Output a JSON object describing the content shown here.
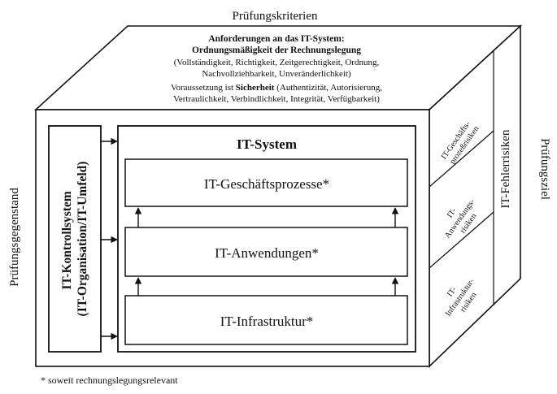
{
  "labels": {
    "top": "Prüfungskriterien",
    "left": "Prüfungsgegenstand",
    "right": "Prüfungsziel",
    "footnote": "* soweit rechnungslegungsrelevant"
  },
  "top_face": {
    "title_line1": "Anforderungen an das IT-System:",
    "title_line2": "Ordnungsmäßigkeit der Rechnungslegung",
    "line3": "(Vollständigkeit, Richtigkeit, Zeitgerechtigkeit, Ordnung,",
    "line4": "Nachvollziehbarkeit, Unveränderlichkeit)",
    "line5_prefix": "Voraussetzung ist ",
    "line5_bold": "Sicherheit",
    "line5_suffix": " (Authentizität, Autorisierung,",
    "line6": "Vertraulichkeit, Verbindlichkeit, Integrität, Verfügbarkeit)"
  },
  "front": {
    "kontroll_line1": "IT-Kontrollsystem",
    "kontroll_line2": "(IT-Organisation/IT-Umfeld)",
    "system_title": "IT-System",
    "layers": {
      "geschaeftsprozesse": "IT-Geschäftsprozesse*",
      "anwendungen": "IT-Anwendungen*",
      "infrastruktur": "IT-Infrastruktur*"
    }
  },
  "side": {
    "risks": {
      "gp_line1": "IT-Geschäfts-",
      "gp_line2": "prozeßrisiken",
      "anw_line1": "IT-",
      "anw_line2": "Anwendungs-",
      "anw_line3": "risiken",
      "inf_line1": "IT-",
      "inf_line2": "Infrastruktur-",
      "inf_line3": "risiken"
    },
    "fehler": "IT-Fehlerrisiken"
  }
}
